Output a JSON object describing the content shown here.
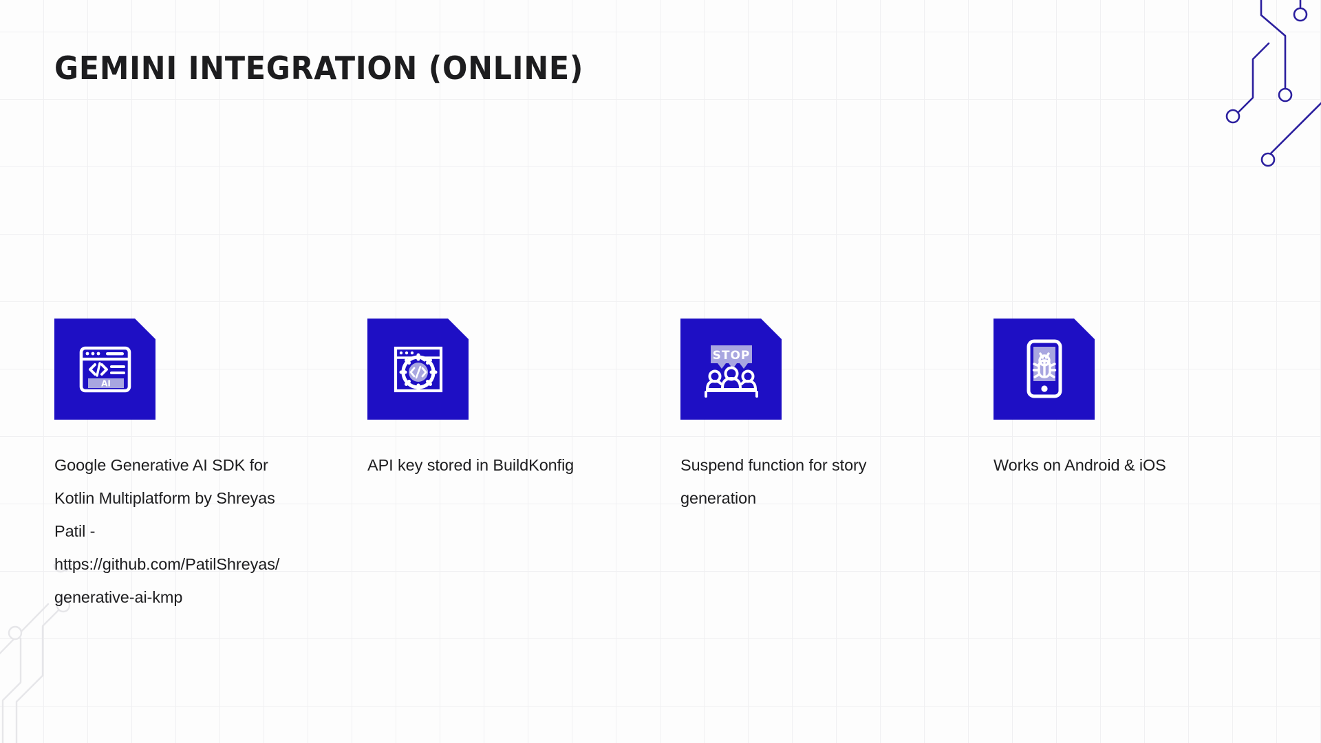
{
  "slide": {
    "title": "GEMINI INTEGRATION (ONLINE)",
    "background_color": "#fdfdfd",
    "accent_color": "#1e0fc4",
    "text_color": "#1d1d1f",
    "icon_highlight_color": "#a8a6e0",
    "grid_line_color": "#f0f0f2"
  },
  "features": [
    {
      "icon_name": "code-browser-ai-icon",
      "text": "Google Generative AI SDK for Kotlin Multiplatform by Shreyas Patil - https://github.com/PatilShreyas/generative-ai-kmp",
      "icon_label": "AI"
    },
    {
      "icon_name": "gear-code-browser-icon",
      "text": "API key stored in BuildKonfig",
      "icon_label": ""
    },
    {
      "icon_name": "meeting-stop-icon",
      "text": "Suspend function for story generation",
      "icon_label": "STOP"
    },
    {
      "icon_name": "phone-bug-icon",
      "text": "Works on Android & iOS",
      "icon_label": ""
    }
  ],
  "decorations": {
    "top_right_circuit": "circuit-trace-lines-with-nodes",
    "bottom_left_circuit": "circuit-trace-lines-with-nodes"
  }
}
